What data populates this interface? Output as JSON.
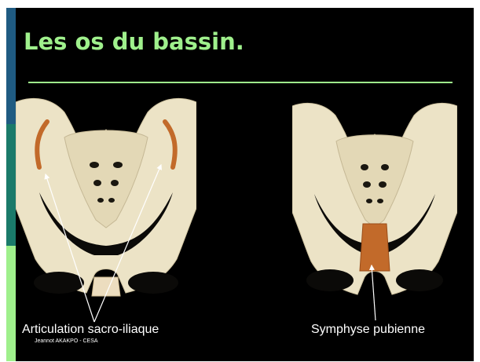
{
  "slide": {
    "title": "Les os du bassin.",
    "captions": {
      "left": "Articulation sacro-iliaque",
      "right": "Symphyse pubienne"
    },
    "footer": "Jeannot AKAKPO - CESA"
  },
  "colors": {
    "background": "#000000",
    "title": "#9ff08c",
    "accent_blue": "#1f5b82",
    "accent_teal": "#1a7a6a",
    "accent_green": "#9ff08c",
    "bone": "#ece3c6",
    "joint_highlight": "#c26a2a"
  },
  "icons": {
    "left_image": "pelvis-sacroiliac-highlight-illustration",
    "right_image": "pelvis-pubic-symphysis-highlight-illustration"
  }
}
